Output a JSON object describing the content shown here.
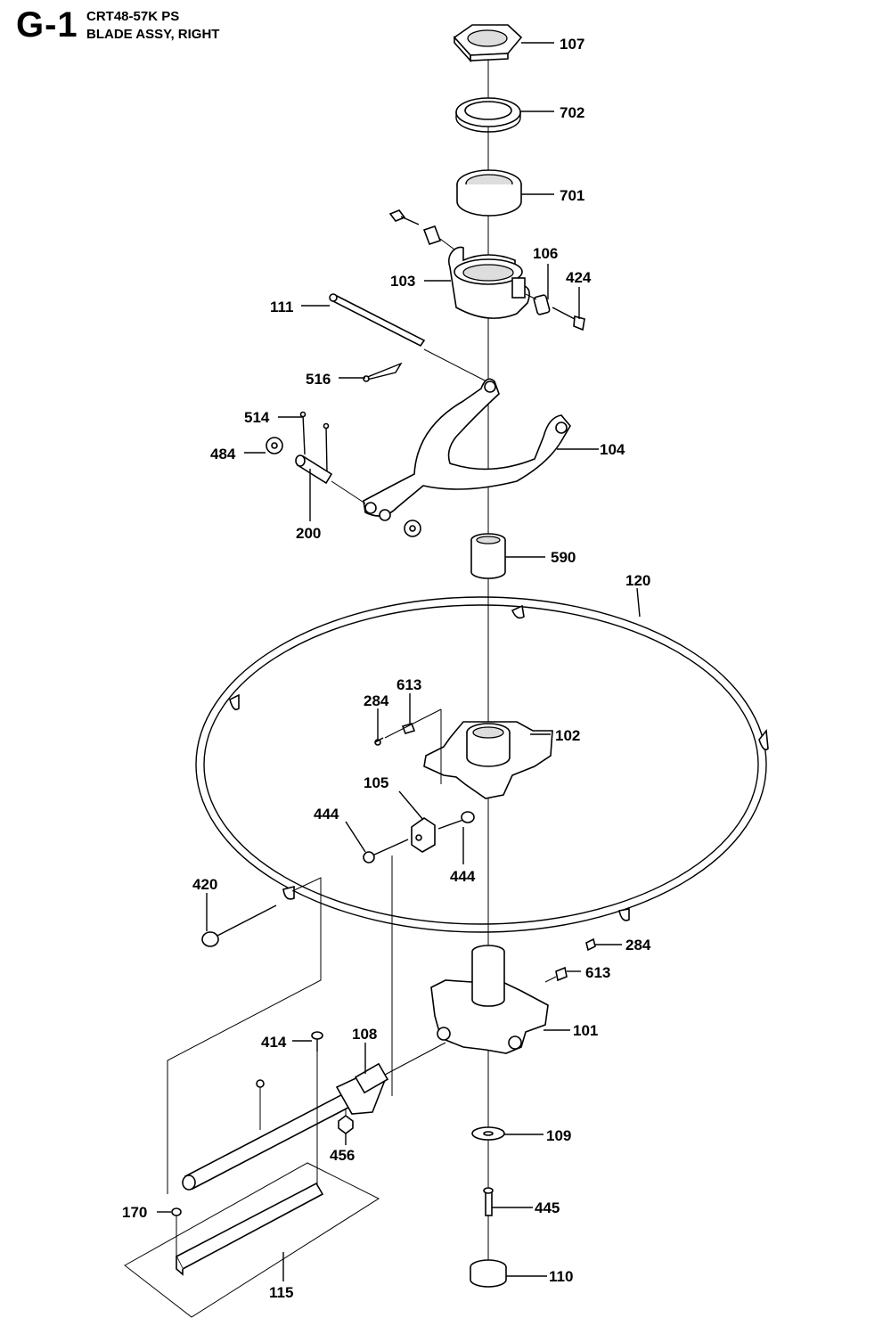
{
  "header": {
    "code": "G-1",
    "model": "CRT48-57K PS",
    "title": "BLADE ASSY, RIGHT"
  },
  "callouts": {
    "c107": "107",
    "c702": "702",
    "c701": "701",
    "c106": "106",
    "c424": "424",
    "c103": "103",
    "c111": "111",
    "c516": "516",
    "c514": "514",
    "c484": "484",
    "c104": "104",
    "c200": "200",
    "c590": "590",
    "c120": "120",
    "c613a": "613",
    "c284a": "284",
    "c102": "102",
    "c105": "105",
    "c444a": "444",
    "c444b": "444",
    "c420": "420",
    "c284b": "284",
    "c613b": "613",
    "c101": "101",
    "c414": "414",
    "c108": "108",
    "c456": "456",
    "c109": "109",
    "c170": "170",
    "c445": "445",
    "c110": "110",
    "c115": "115"
  }
}
